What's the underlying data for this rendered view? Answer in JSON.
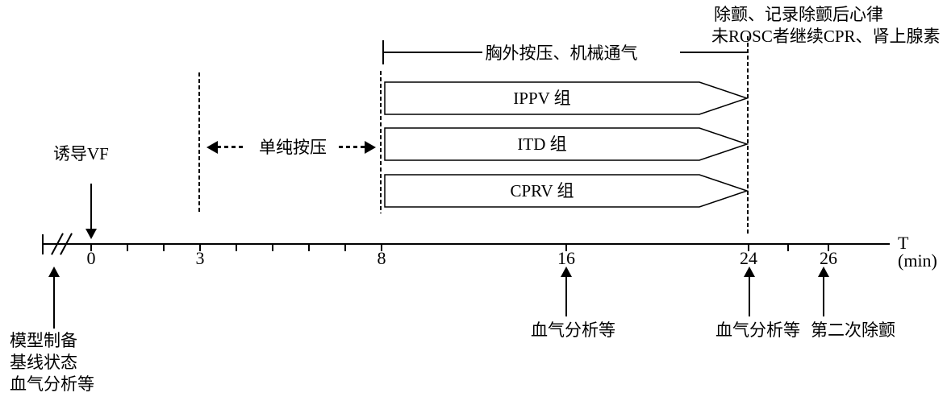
{
  "defib_note": {
    "line1": "除颤、记录除颤后心律",
    "line2": "未ROSC者继续CPR、肾上腺素"
  },
  "phase_cpr_vent": {
    "label": "胸外按压、机械通气"
  },
  "phase_compression_only": {
    "label": "单纯按压"
  },
  "groups": [
    {
      "label": "IPPV 组"
    },
    {
      "label": "ITD 组"
    },
    {
      "label": "CPRV 组"
    }
  ],
  "induce_vf": {
    "label": "诱导VF"
  },
  "baseline_block": {
    "line1": "模型制备",
    "line2": "基线状态",
    "line3": "血气分析等"
  },
  "event_16": {
    "label": "血气分析等"
  },
  "event_24": {
    "label": "血气分析等"
  },
  "event_26": {
    "label": "第二次除颤"
  },
  "timeline": {
    "axis_label": "T (min)",
    "ticks": {
      "t0": "0",
      "t3": "3",
      "t8": "8",
      "t16": "16",
      "t24": "24",
      "t26": "26"
    }
  },
  "colors": {
    "ink": "#000000",
    "background": "#ffffff"
  }
}
